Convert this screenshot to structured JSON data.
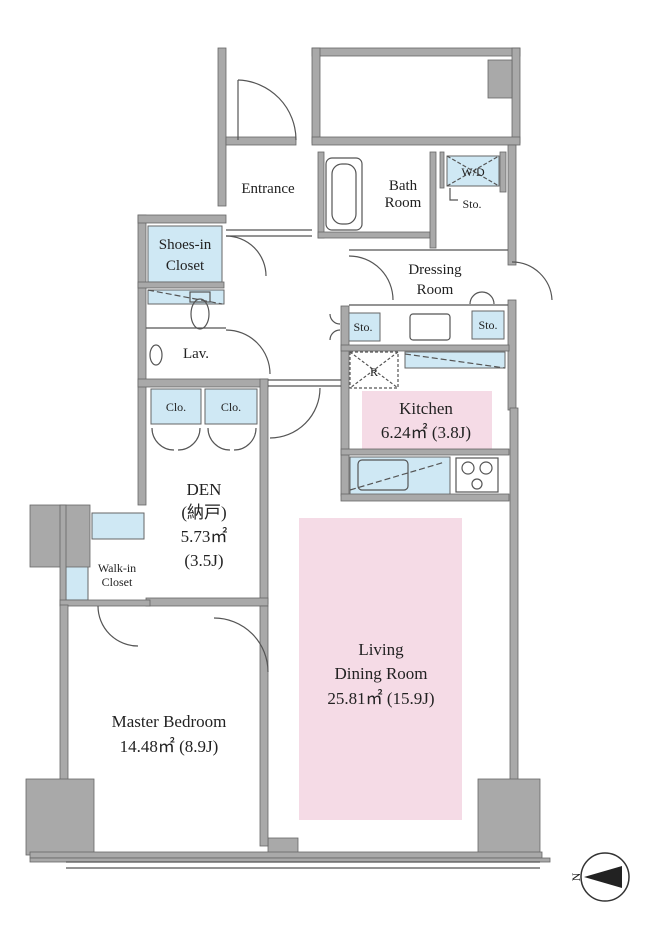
{
  "rooms": {
    "entrance": "Entrance",
    "bath_line1": "Bath",
    "bath_line2": "Room",
    "wd": "W/D",
    "sto_small": "Sto.",
    "shoes_line1": "Shoes-in",
    "shoes_line2": "Closet",
    "dressing_line1": "Dressing",
    "dressing_line2": "Room",
    "sto_left": "Sto.",
    "sto_right": "Sto.",
    "lav": "Lav.",
    "fridge": "R",
    "clo1": "Clo.",
    "clo2": "Clo.",
    "kitchen_name": "Kitchen",
    "kitchen_area": "6.24㎡ (3.8J)",
    "den_line1": "DEN",
    "den_line2": "(納戸)",
    "den_line3": "5.73㎡",
    "den_line4": "(3.5J)",
    "walkin_line1": "Walk-in",
    "walkin_line2": "Closet",
    "living_line1": "Living",
    "living_line2": "Dining Room",
    "living_area": "25.81㎡ (15.9J)",
    "master_name": "Master Bedroom",
    "master_area": "14.48㎡ (8.9J)"
  },
  "compass": {
    "label": "N"
  },
  "colors": {
    "wall": "#a9a9a9",
    "storage": "#cfe8f4",
    "highlight": "#f5dbe6",
    "line": "#555555"
  }
}
